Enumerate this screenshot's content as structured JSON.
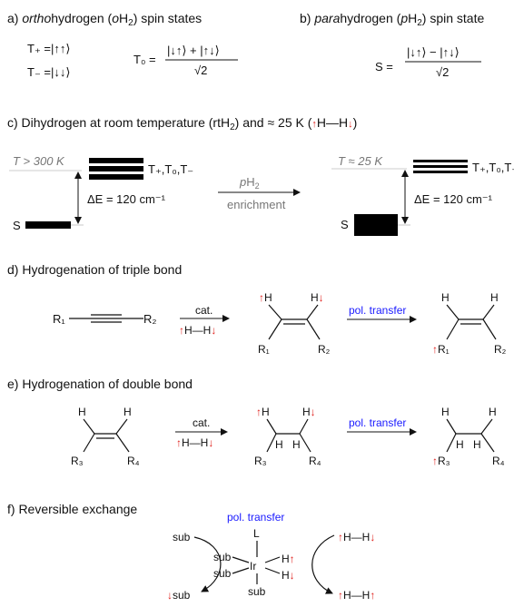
{
  "section_a": {
    "title_prefix": "a) ",
    "title_italic": "ortho",
    "title_mid": "hydrogen (",
    "title_o": "o",
    "title_h2": "H",
    "title_sub": "2",
    "title_suffix": ") spin states",
    "t_plus": "T₊ =|↑↑⟩",
    "t_minus": "T₋ =|↓↓⟩",
    "t0_lhs": "T₀ =",
    "t0_num": "|↓↑⟩ + |↑↓⟩",
    "t0_den": "√2"
  },
  "section_b": {
    "title_prefix": "b) ",
    "title_italic": "para",
    "title_mid": "hydrogen (",
    "title_p": "p",
    "title_h2": "H",
    "title_sub": "2",
    "title_suffix": ") spin state",
    "s_lhs": "S =",
    "s_num": "|↓↑⟩ − |↑↓⟩",
    "s_den": "√2"
  },
  "section_c": {
    "title_a": "c) Dihydrogen at room temperature (rtH",
    "title_sub": "2",
    "title_b": ") and ≈ 25 K (",
    "title_h1": "H",
    "title_bond": "—",
    "title_h2": "H",
    "title_c": ")",
    "left_temp": "T > 300 K",
    "right_temp": "T ≈ 25 K",
    "triplet_label": "T₊,T₀,T₋",
    "delta_e": "ΔE = 120 cm⁻¹",
    "singlet": "S",
    "arrow_top_italic": "p",
    "arrow_top_h": "H",
    "arrow_top_sub": "2",
    "arrow_bottom": "enrichment"
  },
  "section_d": {
    "title": "d) Hydrogenation of triple bond",
    "r1": "R₁",
    "r2": "R₂",
    "cat": "cat.",
    "h2": "H—H",
    "h": "H",
    "pol_transfer": "pol. transfer"
  },
  "section_e": {
    "title": "e) Hydrogenation of double bond",
    "r3": "R₃",
    "r4": "R₄",
    "cat": "cat.",
    "h2": "H—H",
    "h": "H",
    "pol_transfer": "pol. transfer"
  },
  "section_f": {
    "title": "f) Reversible exchange",
    "pol_transfer": "pol. transfer",
    "ligand": "L",
    "metal": "Ir",
    "sub": "sub",
    "h": "H",
    "h2": "H—H"
  },
  "colors": {
    "arrow_up": "#e0201c",
    "arrow_down": "#e0201c",
    "pol_transfer": "#1a1aff",
    "grey_text": "#777777"
  }
}
